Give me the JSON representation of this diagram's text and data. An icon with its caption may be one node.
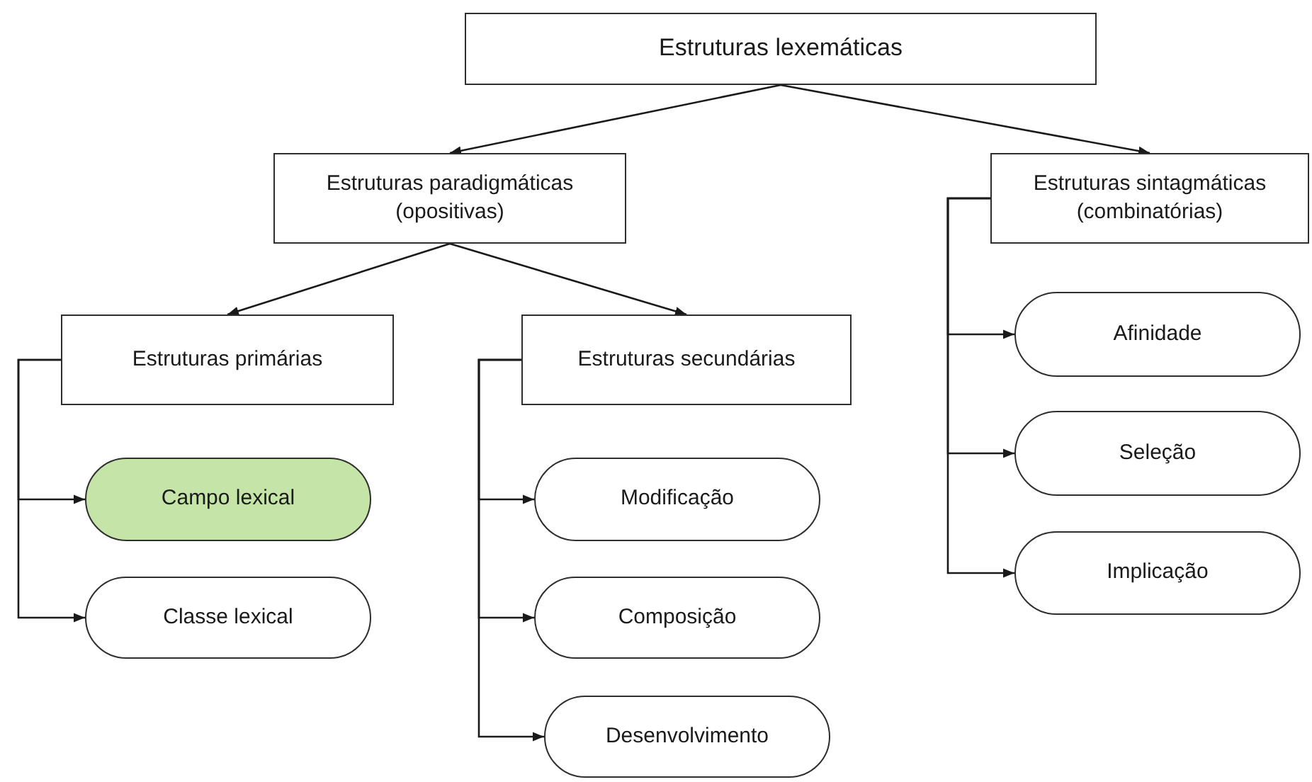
{
  "diagram": {
    "nodes": [
      {
        "text": [
          "Estruturas lexemáticas"
        ]
      },
      {
        "text": [
          "Estruturas paradigmáticas (opositivas)"
        ]
      },
      {
        "text": [
          "Estruturas sintagmáticas (combinatórias)"
        ]
      },
      {
        "text": [
          "Estruturas primárias"
        ]
      },
      {
        "text": [
          "Estruturas secundárias"
        ]
      },
      {
        "text": [
          "Campo lexical"
        ]
      },
      {
        "text": [
          "Classe lexical"
        ]
      },
      {
        "text": [
          "Modificação"
        ]
      },
      {
        "text": [
          "Composição"
        ]
      },
      {
        "text": [
          "Desenvolvimento"
        ]
      },
      {
        "text": [
          "Afinidade"
        ]
      },
      {
        "text": [
          "Seleção"
        ]
      },
      {
        "text": [
          "Implicação"
        ]
      }
    ],
    "edges": [
      {
        "from": 0,
        "to": 1,
        "arrow": "to"
      },
      {
        "from": 0,
        "to": 2,
        "arrow": "to"
      },
      {
        "from": 1,
        "to": 3,
        "arrow": "to"
      },
      {
        "from": 1,
        "to": 4,
        "arrow": "to"
      },
      {
        "from": 3,
        "to": 5,
        "arrow": "to"
      },
      {
        "from": 3,
        "to": 6,
        "arrow": "to"
      },
      {
        "from": 4,
        "to": 7,
        "arrow": "to"
      },
      {
        "from": 4,
        "to": 8,
        "arrow": "to"
      },
      {
        "from": 4,
        "to": 9,
        "arrow": "to"
      },
      {
        "from": 2,
        "to": 10,
        "arrow": "to"
      },
      {
        "from": 2,
        "to": 11,
        "arrow": "to"
      },
      {
        "from": 2,
        "to": 12,
        "arrow": "to"
      }
    ]
  }
}
